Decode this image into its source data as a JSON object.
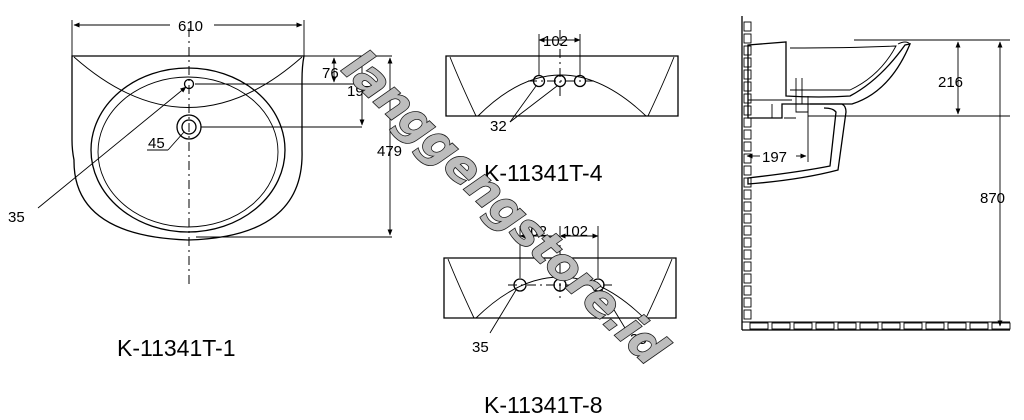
{
  "views": {
    "basin_top": {
      "model_label": "K-11341T-1",
      "dims": {
        "width": "610",
        "d76": "76",
        "d197": "197",
        "d479": "479",
        "d45": "45",
        "d35": "35"
      }
    },
    "basin_4": {
      "model_label": "K-11341T-4",
      "dims": {
        "spacing": "102",
        "hole": "32"
      }
    },
    "basin_8": {
      "model_label": "K-11341T-8",
      "dims": {
        "spacing_left": "102",
        "spacing_right": "102",
        "hole_left": "35",
        "hole_right": "35"
      }
    },
    "side": {
      "dims": {
        "bowl_depth": "216",
        "projection": "197",
        "height": "870"
      }
    }
  },
  "watermark": "langgengstore.id"
}
